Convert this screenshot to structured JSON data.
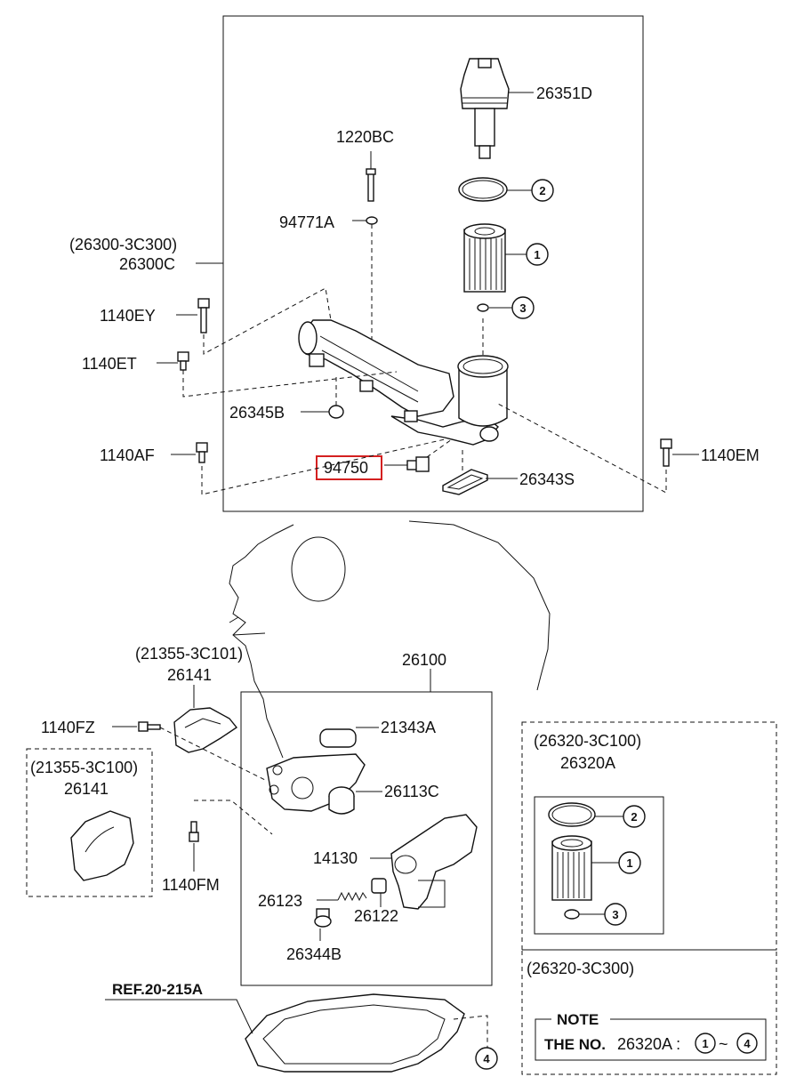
{
  "labels": {
    "p26351D": "26351D",
    "p1220BC": "1220BC",
    "p94771A": "94771A",
    "p26300_alt": "(26300-3C300)",
    "p26300C": "26300C",
    "p1140EY": "1140EY",
    "p1140ET": "1140ET",
    "p26345B": "26345B",
    "p1140AF": "1140AF",
    "p94750": "94750",
    "p26343S": "26343S",
    "p1140EM": "1140EM",
    "p21355_alt1": "(21355-3C101)",
    "p26141_a": "26141",
    "p26100": "26100",
    "p1140FZ": "1140FZ",
    "p21343A": "21343A",
    "p21355_alt2": "(21355-3C100)",
    "p26141_b": "26141",
    "p26113C": "26113C",
    "p14130": "14130",
    "p1140FM": "1140FM",
    "p26123": "26123",
    "p26122": "26122",
    "p26344B": "26344B",
    "p26320_alt1": "(26320-3C100)",
    "p26320A": "26320A",
    "p26320_alt2": "(26320-3C300)",
    "ref": "REF.20-215A"
  },
  "callouts": {
    "c2_top": "2",
    "c1_top": "1",
    "c3_top": "3",
    "c2_kit": "2",
    "c1_kit": "1",
    "c3_kit": "3",
    "c4_pan": "4"
  },
  "note": {
    "title": "NOTE",
    "prefix": "THE NO.",
    "part": "26320A :",
    "from": "1",
    "sep": "~",
    "to": "4"
  },
  "colors": {
    "highlight": "#d42020",
    "ink": "#111111"
  }
}
